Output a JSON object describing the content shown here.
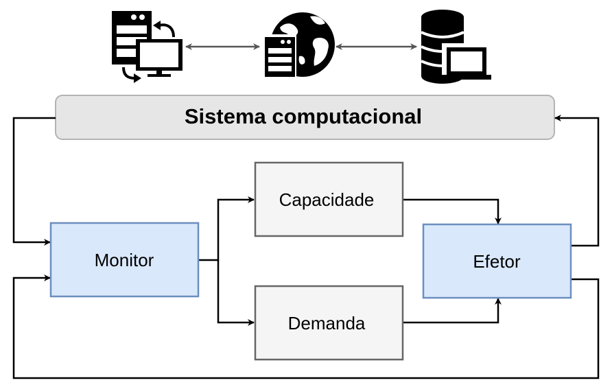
{
  "diagram": {
    "system_label": "Sistema computacional",
    "nodes": {
      "monitor": "Monitor",
      "capacidade": "Capacidade",
      "demanda": "Demanda",
      "efetor": "Efetor"
    },
    "icons": [
      "server-desktop-sync-icon",
      "server-globe-icon",
      "database-laptop-icon"
    ],
    "colors": {
      "system_fill": "#e6e6e6",
      "system_stroke": "#b3b3b3",
      "blue_fill": "#dae8fc",
      "blue_stroke": "#6c8ebf",
      "gray_fill": "#f5f5f5",
      "gray_stroke": "#666666",
      "edge": "#000000",
      "icon_arrow": "#555555"
    }
  }
}
